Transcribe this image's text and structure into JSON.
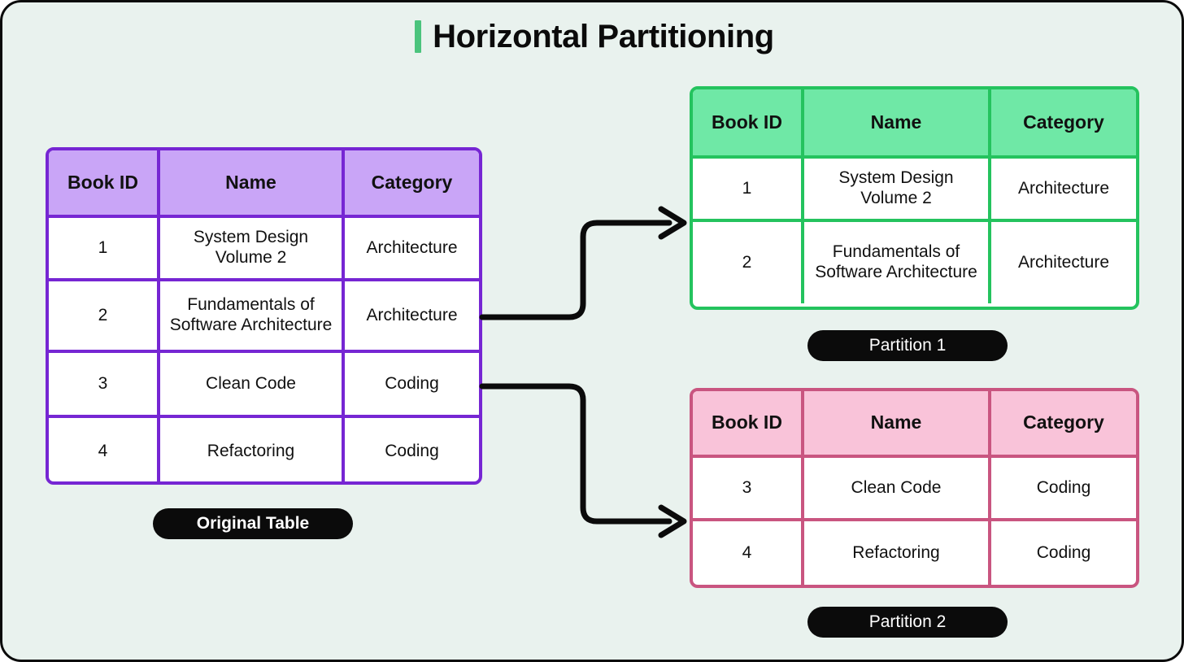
{
  "page": {
    "title": "Horizontal Partitioning",
    "background_color": "#e9f2ee",
    "frame_color": "#0b0b0b",
    "accent_color": "#4bc47d"
  },
  "columns": [
    "Book ID",
    "Name",
    "Category"
  ],
  "original_table": {
    "label": "Original Table",
    "header_color": "#c9a5f7",
    "border_color": "#7626d3",
    "headers": [
      "Book ID",
      "Name",
      "Category"
    ],
    "rows": [
      [
        "1",
        "System Design Volume 2",
        "Architecture"
      ],
      [
        "2",
        "Fundamentals of Software Architecture",
        "Architecture"
      ],
      [
        "3",
        "Clean Code",
        "Coding"
      ],
      [
        "4",
        "Refactoring",
        "Coding"
      ]
    ]
  },
  "partition_1": {
    "label": "Partition 1",
    "header_color": "#6fe8a6",
    "border_color": "#24c35e",
    "headers": [
      "Book ID",
      "Name",
      "Category"
    ],
    "rows": [
      [
        "1",
        "System Design Volume 2",
        "Architecture"
      ],
      [
        "2",
        "Fundamentals of Software Architecture",
        "Architecture"
      ]
    ]
  },
  "partition_2": {
    "label": "Partition 2",
    "header_color": "#f9c3d9",
    "border_color": "#c95580",
    "headers": [
      "Book ID",
      "Name",
      "Category"
    ],
    "rows": [
      [
        "3",
        "Clean Code",
        "Coding"
      ],
      [
        "4",
        "Refactoring",
        "Coding"
      ]
    ]
  },
  "connectors": [
    {
      "name": "arrow-to-partition-1",
      "from": "original_table",
      "to": "partition_1"
    },
    {
      "name": "arrow-to-partition-2",
      "from": "original_table",
      "to": "partition_2"
    }
  ]
}
